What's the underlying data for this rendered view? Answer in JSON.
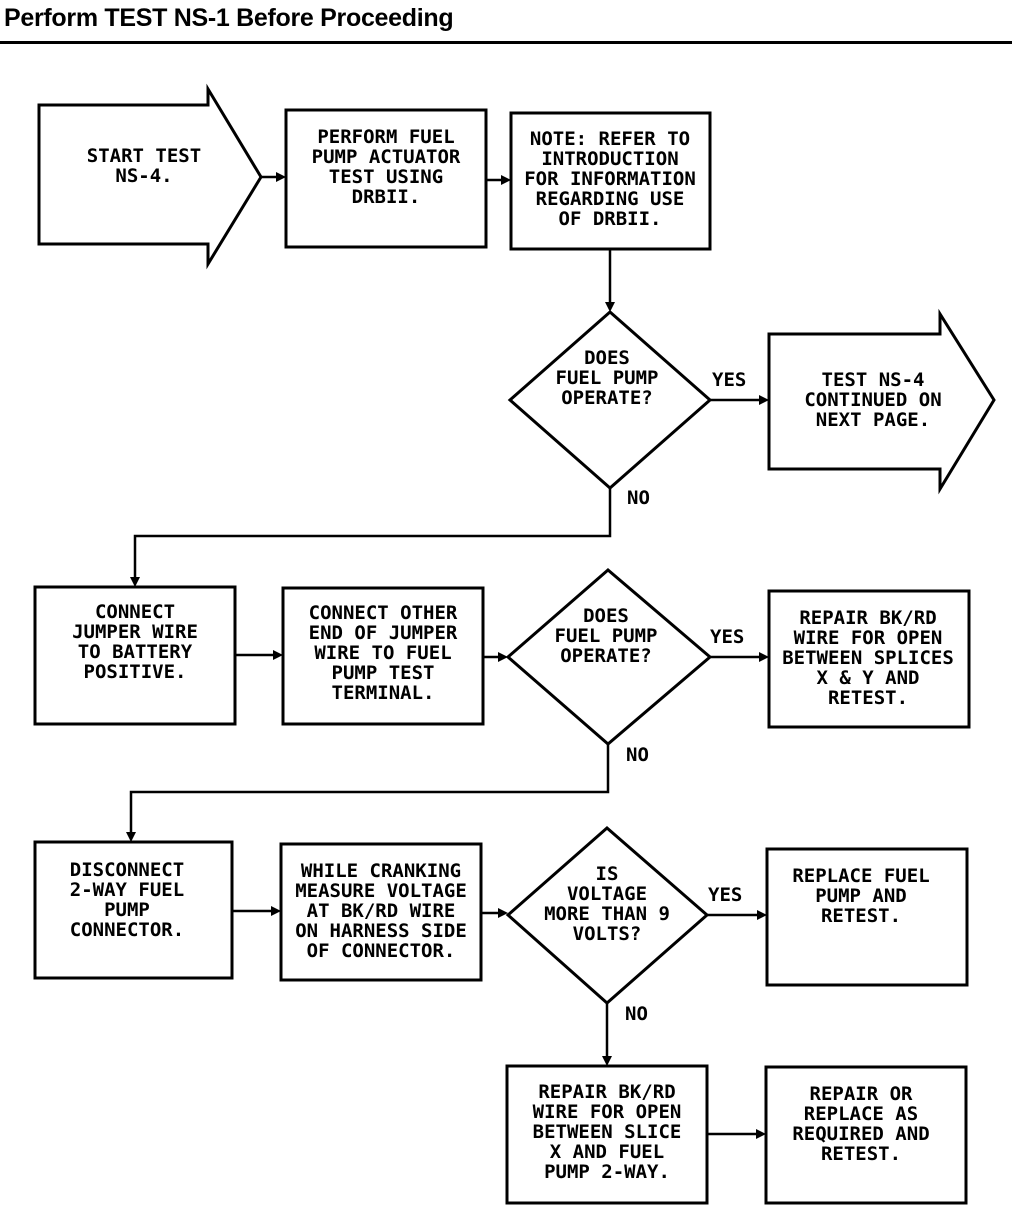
{
  "header": {
    "title": "Perform TEST NS-1 Before Proceeding"
  },
  "nodes": {
    "start": [
      "START TEST",
      "NS-4."
    ],
    "perform_actuator": [
      "PERFORM FUEL",
      "PUMP ACTUATOR",
      "TEST USING",
      "DRBII."
    ],
    "note": [
      "NOTE: REFER TO",
      "INTRODUCTION",
      "FOR INFORMATION",
      "REGARDING USE",
      "OF DRBII."
    ],
    "decision1": [
      "DOES",
      "FUEL PUMP",
      "OPERATE?"
    ],
    "continued": [
      "TEST NS-4",
      "CONTINUED ON",
      "NEXT PAGE."
    ],
    "connect_jumper": [
      "CONNECT",
      "JUMPER WIRE",
      "TO BATTERY",
      "POSITIVE."
    ],
    "connect_other": [
      "CONNECT OTHER",
      "END OF JUMPER",
      "WIRE TO FUEL",
      "PUMP TEST",
      "TERMINAL."
    ],
    "decision2": [
      "DOES",
      "FUEL PUMP",
      "OPERATE?"
    ],
    "repair_splices": [
      "REPAIR BK/RD",
      "WIRE FOR OPEN",
      "BETWEEN SPLICES",
      "X & Y AND",
      "RETEST."
    ],
    "disconnect": [
      "DISCONNECT",
      "2-WAY FUEL",
      "PUMP",
      "CONNECTOR."
    ],
    "measure": [
      "WHILE CRANKING",
      "MEASURE VOLTAGE",
      "AT BK/RD WIRE",
      "ON HARNESS SIDE",
      "OF CONNECTOR."
    ],
    "decision3": [
      "IS",
      "VOLTAGE",
      "MORE THAN 9",
      "VOLTS?"
    ],
    "replace_pump": [
      "REPLACE FUEL",
      "PUMP AND",
      "RETEST."
    ],
    "repair_slice": [
      "REPAIR BK/RD",
      "WIRE FOR OPEN",
      "BETWEEN SLICE",
      "X AND FUEL",
      "PUMP 2-WAY."
    ],
    "repair_replace": [
      "REPAIR OR",
      "REPLACE AS",
      "REQUIRED AND",
      "RETEST."
    ]
  },
  "edge_labels": {
    "yes1": "YES",
    "no1": "NO",
    "yes2": "YES",
    "no2": "NO",
    "yes3": "YES",
    "no3": "NO"
  }
}
